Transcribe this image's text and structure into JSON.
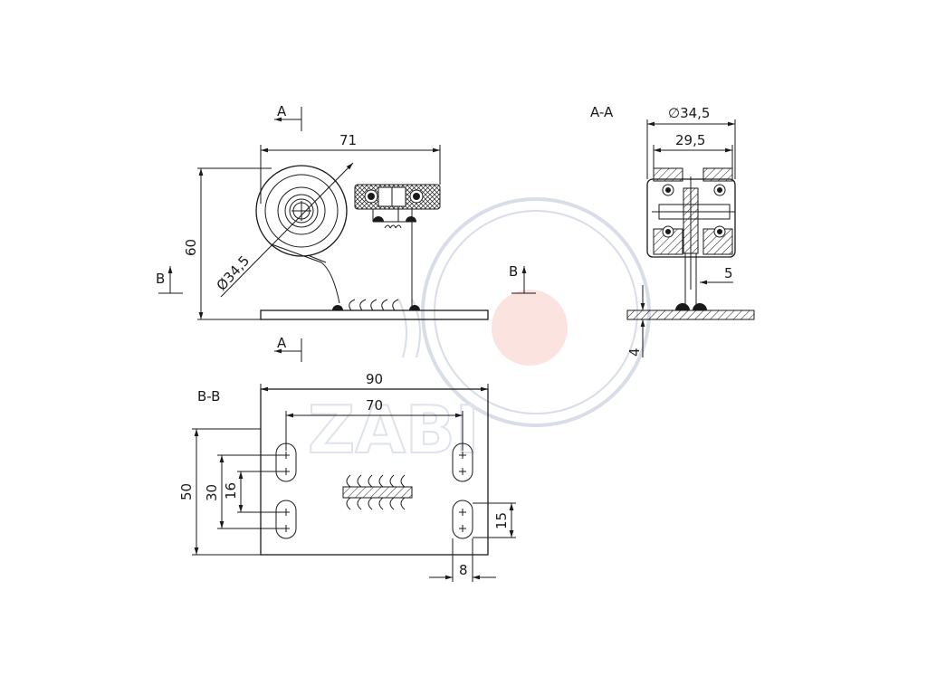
{
  "views": {
    "front": {
      "section_marker_a_top": "A",
      "section_marker_a_bottom": "A",
      "section_marker_b_left": "B",
      "dim_width": "71",
      "dim_height": "60",
      "dim_wheel_diameter": "Ø34,5"
    },
    "section_aa": {
      "title": "A-A",
      "section_marker_b_right": "B",
      "dim_outer_diameter": "∅34,5",
      "dim_inner_width": "29,5",
      "dim_pin_width": "5",
      "dim_plate_thickness": "4"
    },
    "section_bb": {
      "title": "B-B",
      "dim_plate_length": "90",
      "dim_slot_spacing_x": "70",
      "dim_plate_width": "50",
      "dim_slot_spacing_y": "30",
      "dim_slot_inner": "16",
      "dim_slot_length": "15",
      "dim_slot_width": "8"
    }
  },
  "colors": {
    "line": "#1a1a1a",
    "watermark": "#d8dde8",
    "watermark_dot": "#fbe3df"
  }
}
